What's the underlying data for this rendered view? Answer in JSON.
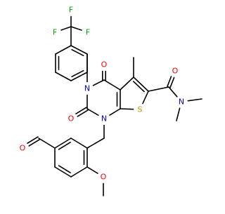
{
  "diagram": {
    "type": "chemical-structure",
    "colors": {
      "bond": "#000000",
      "oxygen": "#ff0000",
      "nitrogen": "#0000ff",
      "sulfur": "#b8a000",
      "fluorine": "#00b000"
    },
    "atoms": {
      "f_top": "F",
      "f_left": "F",
      "f_right": "F",
      "o_c4": "O",
      "o_c2": "O",
      "o_amide": "O",
      "o_aldehyde": "O",
      "o_methoxy": "O",
      "n3": "N",
      "n1": "N",
      "n_amide": "N",
      "s7": "S"
    }
  }
}
